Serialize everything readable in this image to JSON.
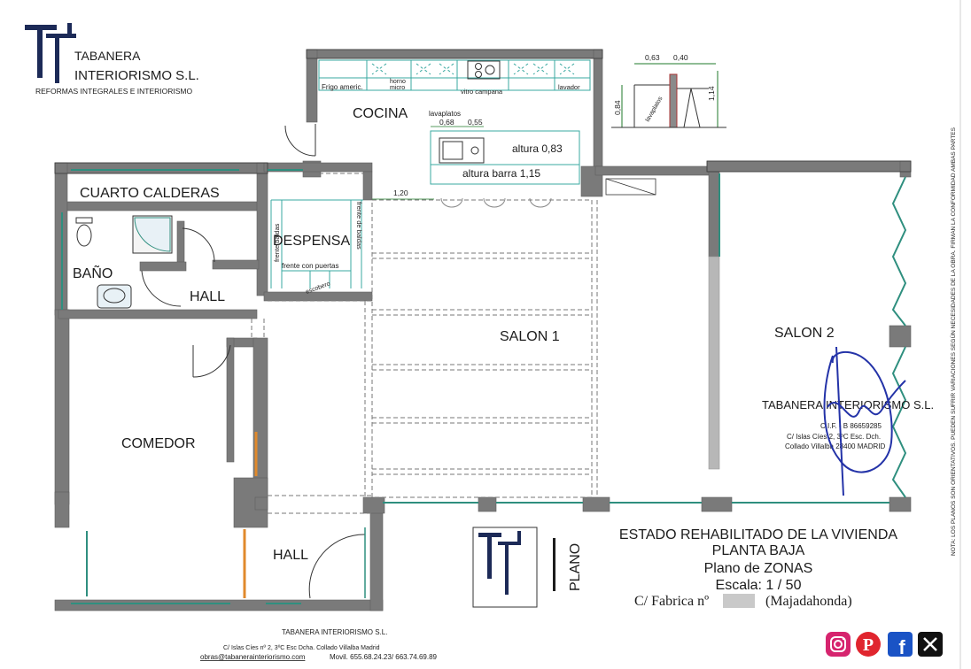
{
  "company": {
    "name_line1": "TABANERA",
    "name_line2": "INTERIORISMO S.L.",
    "tagline": "REFORMAS INTEGRALES E INTERIORISMO",
    "logo_label": "Tabanera Interiorismo logo"
  },
  "rooms": {
    "cocina": "COCINA",
    "cuarto_calderas": "CUARTO CALDERAS",
    "despensa": "DESPENSA",
    "bano": "BAÑO",
    "hall_upper": "HALL",
    "hall_lower": "HALL",
    "salon1": "SALON 1",
    "salon2": "SALON 2",
    "comedor": "COMEDOR"
  },
  "kitchen": {
    "frigo": "Frigo americ.",
    "horno": "horno",
    "micro": "micro",
    "vitro": "vitro campana",
    "lavador": "lavador",
    "lavaplatos": "lavaplatos",
    "dim_068": "0,68",
    "dim_055": "0,55",
    "altura_083": "altura 0,83",
    "altura_barra": "altura barra 1,15",
    "dim_120": "1,20"
  },
  "pantry": {
    "frente_baldas": "frente baldas",
    "frente_de_baldas": "frente de baldas",
    "frente_con_puertas": "frente con puertas",
    "escobero": "escobero"
  },
  "section_detail": {
    "dim_063": "0,63",
    "dim_040": "0,40",
    "dim_084": "0,84",
    "dim_114": "1,14",
    "lavaplatos": "lavaplatos"
  },
  "stamp": {
    "company": "TABANERA INTERIORISMO S.L.",
    "cif": "C.I.F. - B 86659285",
    "address": "C/ Islas Cíes 2, 3ºC Esc. Dch.",
    "city": "Collado Villalba 28400 MADRID"
  },
  "title_block": {
    "plano_label": "PLANO",
    "line1": "ESTADO REHABILITADO DE LA VIVIENDA",
    "line2": "PLANTA BAJA",
    "line3": "Plano de ZONAS",
    "line4": "Escala: 1 / 50",
    "line5_prefix": "C/ Fabrica nº",
    "line5_suffix": "(Majadahonda)"
  },
  "side_note": "NOTA: LOS PLANOS SON ORIENTATIVOS. PUEDEN SUFRIR VARIACIONES SEGÚN NECESIDADES DE LA OBRA. FIRMAN LA CONFORMIDAD AMBAS PARTES",
  "footer": {
    "company": "TABANERA INTERIORISMO S.L.",
    "address": "C/ Islas Cíes nº 2, 3ºC Esc Dcha. Collado Villalba Madrid",
    "email": "obras@tabanerainteriorismo.com",
    "phones": "Movil. 655.68.24.23/ 663.74.69.89"
  },
  "social": {
    "instagram_icon": "instagram-icon",
    "pinterest_icon": "pinterest-icon",
    "facebook_icon": "facebook-icon",
    "x_icon": "x-icon"
  },
  "colors": {
    "wall": "#6e6e6e",
    "wall_light": "#b7b7b7",
    "window_teal": "#2f8f7f",
    "cabinet_teal": "#39a8a0",
    "brand_navy": "#1c2a57",
    "signature_blue": "#2433a8",
    "door_orange": "#e0892c"
  }
}
